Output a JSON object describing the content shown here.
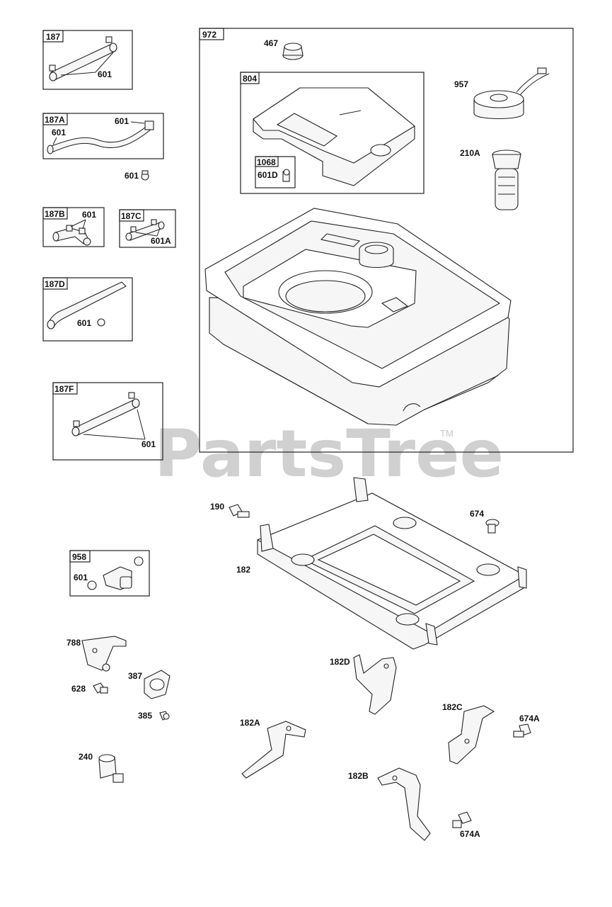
{
  "watermark": {
    "text": "PartsTree",
    "tm": "TM"
  },
  "boxes": {
    "b187": "187",
    "b187A": "187A",
    "b187B": "187B",
    "b187C": "187C",
    "b187D": "187D",
    "b187F": "187F",
    "b972": "972",
    "b804": "804",
    "b1068": "1068",
    "b958": "958"
  },
  "labels": {
    "l601_187": "601",
    "l601_187A_left": "601",
    "l601_187A_right": "601",
    "l601_loose": "601",
    "l601_187B": "601",
    "l601A_187C": "601A",
    "l601_187D": "601",
    "l601_187F": "601",
    "l467": "467",
    "l957": "957",
    "l210A": "210A",
    "l601D": "601D",
    "l190": "190",
    "l674": "674",
    "l182": "182",
    "l601_958": "601",
    "l788": "788",
    "l628": "628",
    "l387": "387",
    "l385": "385",
    "l182D": "182D",
    "l182A": "182A",
    "l182C": "182C",
    "l674A_top": "674A",
    "l240": "240",
    "l182B": "182B",
    "l674A_bottom": "674A"
  },
  "colors": {
    "line": "#222222",
    "watermark": "#d0d0d0",
    "background": "#ffffff"
  }
}
